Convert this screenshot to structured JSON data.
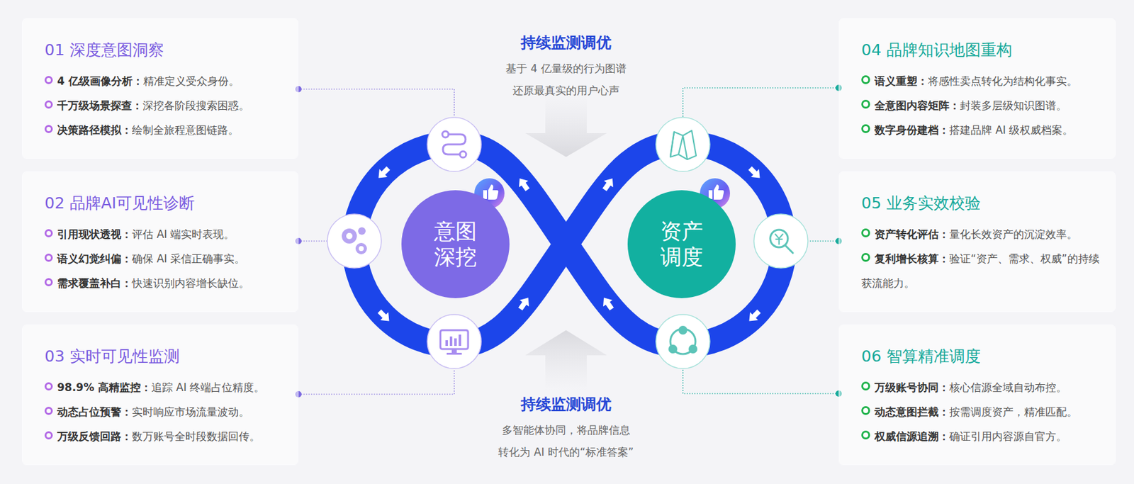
{
  "diagram": {
    "nodes": [
      {
        "text": [
          "01 深度意图洞察",
          "4 亿级画像分析：",
          "精准定义受众身份。",
          "千万级场景探查：",
          "深挖各阶段搜索困惑。",
          "决策路径模拟：",
          "绘制全旅程意图链路。"
        ]
      },
      {
        "text": [
          "02 品牌AI可见性诊断",
          "引用现状透视：",
          "评估 AI 端实时表现。",
          "语义幻觉纠偏：",
          "确保 AI 采信正确事实。",
          "需求覆盖补白：",
          "快速识别内容增长缺位。"
        ]
      },
      {
        "text": [
          "03 实时可见性监测",
          "98.9% 高精监控：",
          "追踪 AI 终端占位精度。",
          "动态占位预警：",
          "实时响应市场流量波动。",
          "万级反馈回路：",
          "数万账号全时段数据回传。"
        ]
      },
      {
        "text": [
          "意图 深挖"
        ]
      },
      {
        "text": [
          "资产 调度"
        ]
      },
      {
        "text": [
          "04 品牌知识地图重构",
          "语义重塑：",
          "将感性卖点转化为结构化事实。",
          "全意图内容矩阵：",
          "封装多层级知识图谱。",
          "数字身份建档：",
          "搭建品牌 AI 级权威档案。"
        ]
      },
      {
        "text": [
          "05 业务实效校验",
          "资产转化评估：",
          "量化长效资产的沉淀效率。",
          "复利增长核算：",
          "验证“资产、需求、权威”的持续获流能力。"
        ]
      },
      {
        "text": [
          "06 智算精准调度",
          "万级账号协同：",
          "核心信源全域自动布控。",
          "动态意图拦截：",
          "按需调度资产，精准匹配。",
          "权威信源追溯：",
          "确证引用内容源自官方。"
        ]
      }
    ],
    "labels": [
      "持续监测调优",
      "基于 4 亿量级的行为图谱 还原最真实的用户心声",
      "持续监测调优",
      "多智能体协同，将品牌信息 转化为 AI 时代的“标准答案”"
    ]
  }
}
